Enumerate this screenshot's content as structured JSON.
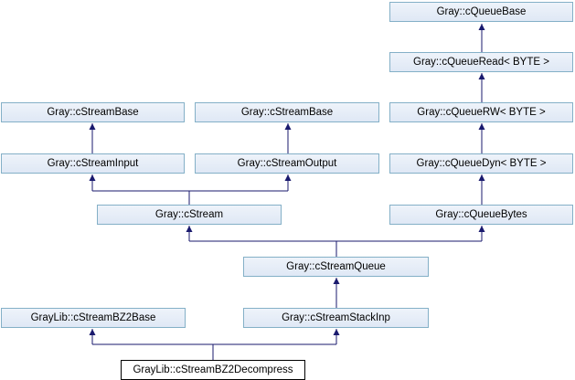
{
  "nodes": {
    "gray_cqueuebase": "Gray::cQueueBase",
    "gray_cqueueread_byte": "Gray::cQueueRead< BYTE >",
    "gray_cstreambase_a": "Gray::cStreamBase",
    "gray_cstreambase_b": "Gray::cStreamBase",
    "gray_cqueuerw_byte": "Gray::cQueueRW< BYTE >",
    "gray_cstreaminput": "Gray::cStreamInput",
    "gray_cstreamoutput": "Gray::cStreamOutput",
    "gray_cqueuedyn_byte": "Gray::cQueueDyn< BYTE >",
    "gray_cstream": "Gray::cStream",
    "gray_cqueuebytes": "Gray::cQueueBytes",
    "gray_cstreamqueue": "Gray::cStreamQueue",
    "graylib_cstreambz2base": "GrayLib::cStreamBZ2Base",
    "gray_cstreamstackinp": "Gray::cStreamStackInp",
    "graylib_cstreambz2decompress": "GrayLib::cStreamBZ2Decompress"
  },
  "colors": {
    "node_border": "#84b0c7",
    "edge": "#1a1a6e"
  }
}
